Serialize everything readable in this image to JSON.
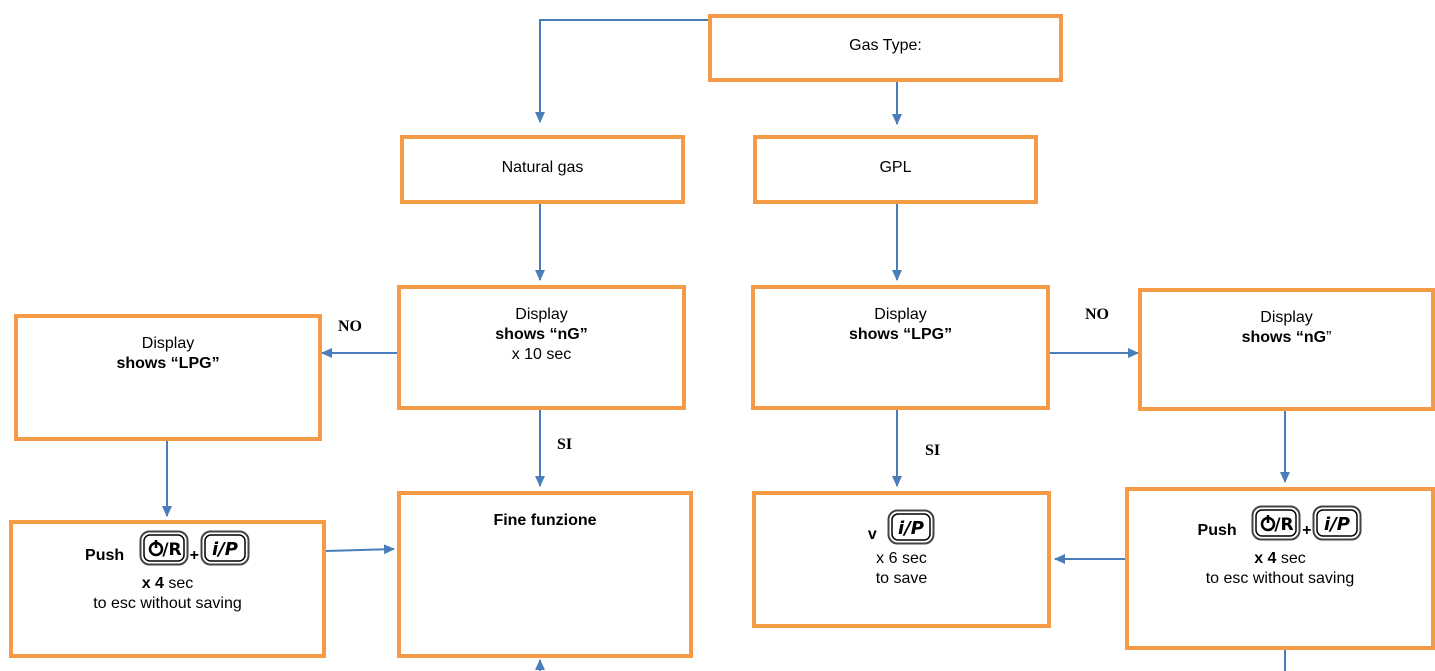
{
  "colors": {
    "box_border": "#F59A45",
    "arrow": "#4A7EBB"
  },
  "gas_type": {
    "label": "Gas Type:"
  },
  "natural_gas": {
    "label": "Natural gas"
  },
  "gpl": {
    "label": "GPL"
  },
  "display_ng": {
    "line1": "Display",
    "line2": "shows “nG”",
    "line3": "x 10 sec"
  },
  "display_lpg": {
    "line1": "Display",
    "line2": "shows “LPG”"
  },
  "left_display": {
    "line1": "Display",
    "line2": "shows “LPG”"
  },
  "right_display": {
    "line1": "Display",
    "line2_bold": "shows “nG",
    "line2_tail": "”"
  },
  "fine": {
    "label": "Fine funzione"
  },
  "left_push": {
    "push": "Push",
    "plus": "+",
    "time_bold": "x 4",
    "time_rest": " sec",
    "note": "to esc without saving"
  },
  "right_push": {
    "push": "Push",
    "plus": "+",
    "time_bold": "x 4",
    "time_rest": " sec",
    "note": "to esc without saving"
  },
  "save": {
    "v": "v",
    "time": "x 6 sec",
    "note": "to save"
  },
  "labels": {
    "no_left": "NO",
    "no_right": "NO",
    "si_left": "SI",
    "si_right": "SI"
  },
  "keys": {
    "power_reset": "Ф/R",
    "info_p": "i/P"
  },
  "icons": [
    "power-reset-key-icon",
    "info-p-key-icon"
  ]
}
